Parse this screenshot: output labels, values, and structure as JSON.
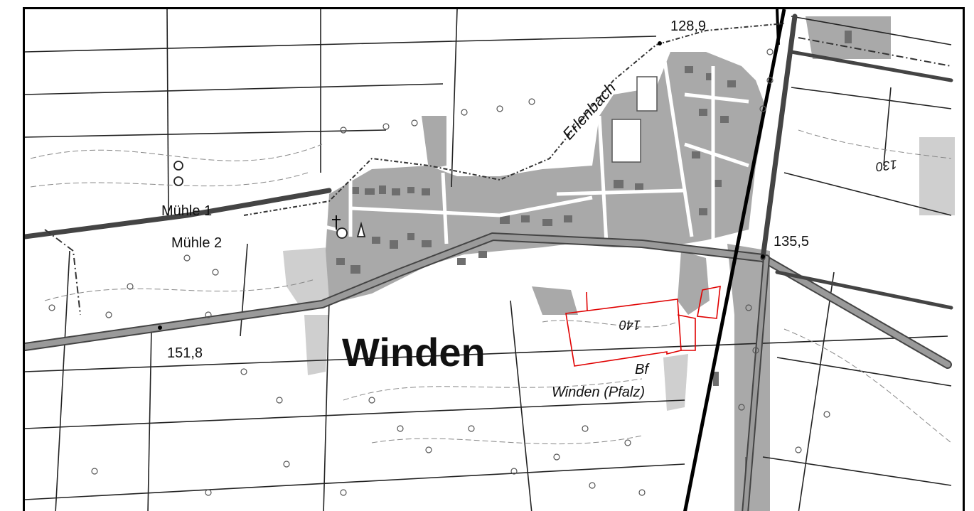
{
  "map": {
    "colors": {
      "background": "#ffffff",
      "settlement": "#a9a9a9",
      "road": "#7a7a7a",
      "railway": "#000000",
      "highlight_outline": "#e00000",
      "vegetation": "#c8c8c8"
    },
    "labels": {
      "town": "Winden",
      "station_abbr": "Bf",
      "station_name": "Winden (Pfalz)",
      "stream": "Erlenbach",
      "mill1": "Mühle 1",
      "mill2": "Mühle 2",
      "elev_1": "128,9",
      "elev_2": "135,5",
      "elev_3": "151,8",
      "contour_140": "140",
      "contour_130": "130"
    }
  }
}
